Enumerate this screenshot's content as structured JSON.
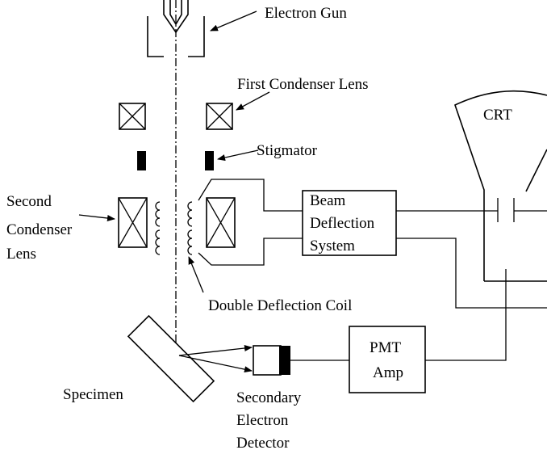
{
  "labels": {
    "electron_gun": "Electron Gun",
    "first_condenser_lens": "First Condenser Lens",
    "stigmator": "Stigmator",
    "second_condenser_lens": [
      "Second",
      "Condenser",
      "Lens"
    ],
    "double_deflection_coil": "Double Deflection Coil",
    "beam_deflection_system": [
      "Beam",
      "Deflection",
      "System"
    ],
    "crt": "CRT",
    "pmt_amp": [
      "PMT",
      "Amp"
    ],
    "specimen": "Specimen",
    "secondary_electron_detector": [
      "Secondary",
      "Electron",
      "Detector"
    ]
  }
}
